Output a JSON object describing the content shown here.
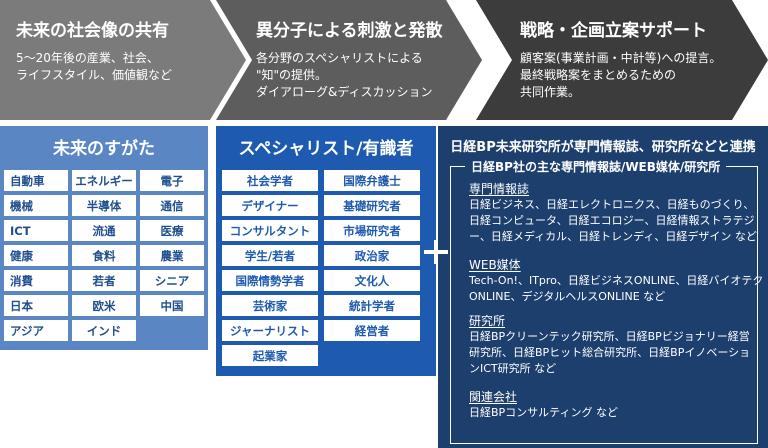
{
  "steps": [
    {
      "title": "未来の社会像の共有",
      "desc": [
        "5～20年後の産業、社会、",
        "ライフスタイル、価値観など"
      ]
    },
    {
      "title": "異分子による刺激と発散",
      "desc": [
        "各分野のスペシャリストによる",
        "\"知\"の提供。",
        "ダイアローグ&ディスカッション"
      ]
    },
    {
      "title": "戦略・企画立案サポート",
      "desc": [
        "顧客案(事業計画・中計等)への提言。",
        "最終戦略案をまとめるための",
        "共同作業。"
      ]
    }
  ],
  "future": {
    "title": "未来のすがた",
    "items": [
      "自動車",
      "エネルギー",
      "電子",
      "機械",
      "半導体",
      "通信",
      "ICT",
      "流通",
      "医療",
      "健康",
      "食料",
      "農業",
      "消費",
      "若者",
      "シニア",
      "日本",
      "欧米",
      "中国",
      "アジア",
      "インド"
    ]
  },
  "specialists": {
    "title": "スペシャリスト/有識者",
    "items": [
      "社会学者",
      "国際弁護士",
      "デザイナー",
      "基礎研究者",
      "コンサルタント",
      "市場研究者",
      "学生/若者",
      "政治家",
      "国際情勢学者",
      "文化人",
      "芸術家",
      "統計学者",
      "ジャーナリスト",
      "経営者",
      "起業家"
    ]
  },
  "nikkei": {
    "title": "日経BP未来研究所が専門情報誌、研究所などと連携",
    "box_title": "日経BP社の主な専門情報誌/WEB媒体/研究所",
    "sections": [
      {
        "heading": "専門情報誌",
        "lines": [
          "日経ビジネス、日経エレクトロニクス、日経ものづくり、",
          "日経コンピュータ、日経エコロジー、日経情報ストラテジ",
          "ー、日経メディカル、日経トレンディ、日経デザイン など"
        ]
      },
      {
        "heading": "WEB媒体",
        "lines": [
          "Tech-On!、ITpro、日経ビジネスONLINE、日経バイオテク",
          "ONLINE、デジタルヘルスONLINE など"
        ]
      },
      {
        "heading": "研究所",
        "lines": [
          "日経BPクリーンテック研究所、日経BPビジョナリー経営",
          "研究所、日経BPヒット総合研究所、日経BPイノベーショ",
          "ンICT研究所 など"
        ]
      },
      {
        "heading": "関連会社",
        "lines": [
          "日経BPコンサルティング など"
        ]
      }
    ]
  }
}
